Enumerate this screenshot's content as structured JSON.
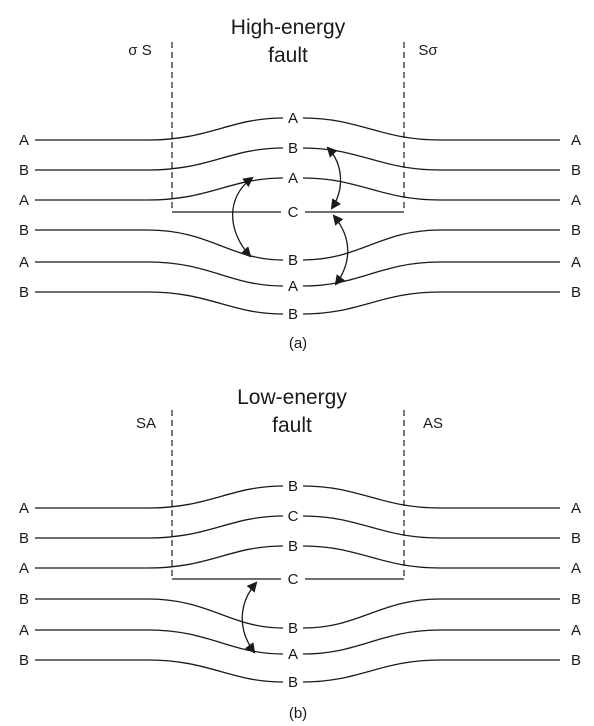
{
  "panel_a": {
    "title_line1": "High-energy",
    "title_line2": "fault",
    "left_boundary": "σ S",
    "right_boundary": "Sσ",
    "left_stack": [
      "A",
      "B",
      "A",
      "B",
      "A",
      "B"
    ],
    "right_stack": [
      "A",
      "B",
      "A",
      "B",
      "A",
      "B"
    ],
    "center_stack": [
      "A",
      "B",
      "A",
      "C",
      "B",
      "A",
      "B"
    ],
    "caption": "(a)"
  },
  "panel_b": {
    "title_line1": "Low-energy",
    "title_line2": "fault",
    "left_boundary": "SA",
    "right_boundary": "AS",
    "left_stack": [
      "A",
      "B",
      "A",
      "B",
      "A",
      "B"
    ],
    "right_stack": [
      "A",
      "B",
      "A",
      "B",
      "A",
      "B"
    ],
    "center_stack": [
      "B",
      "C",
      "B",
      "C",
      "B",
      "A",
      "B"
    ],
    "caption": "(b)"
  },
  "colors": {
    "ink": "#1a1a1a",
    "background": "#ffffff"
  }
}
